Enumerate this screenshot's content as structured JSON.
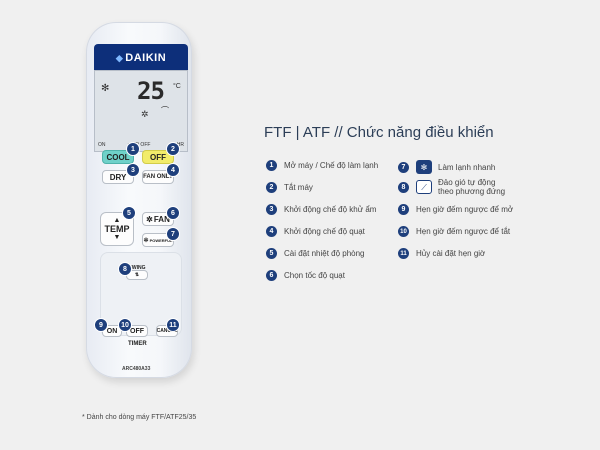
{
  "remote": {
    "brand": "DAIKIN",
    "lcd": {
      "temp": "25",
      "unit": "°C",
      "bottom_labels": [
        "ON",
        "⇌HR OFF",
        "⇌HR"
      ]
    },
    "buttons": {
      "cool": "COOL",
      "off": "OFF",
      "dry": "DRY",
      "fan_only": "FAN ONLY",
      "temp": "TEMP",
      "fan": "FAN",
      "powerful": "POWERFUL",
      "swing": "SWING",
      "on": "ON",
      "timer_off": "OFF",
      "timer": "TIMER",
      "cancel": "CANCEL"
    },
    "model": "ARC480A33",
    "colors": {
      "cool": "#6fd1c9",
      "off": "#f2ec6a",
      "logo": "#0d2f7a",
      "badge": "#1e3f7c"
    }
  },
  "footnote": "* Dành cho dòng máy  FTF/ATF25/35",
  "title": "FTF | ATF  //  Chức năng điều khiển",
  "legend_left": [
    {
      "n": "1",
      "text": "Mở máy / Chế độ làm lạnh"
    },
    {
      "n": "2",
      "text": "Tắt máy"
    },
    {
      "n": "3",
      "text": "Khởi động chế độ khử ẩm"
    },
    {
      "n": "4",
      "text": "Khởi động chế độ quạt"
    },
    {
      "n": "5",
      "text": "Cài đặt nhiệt độ phòng"
    },
    {
      "n": "6",
      "text": "Chọn tốc độ quạt"
    }
  ],
  "legend_right": [
    {
      "n": "7",
      "text": "Làm lạnh nhanh",
      "icon": "fast-cool-icon"
    },
    {
      "n": "8",
      "text": "Đảo gió tự động",
      "text2": "theo phương đứng",
      "icon": "swing-icon"
    },
    {
      "n": "9",
      "text": "Hẹn giờ đếm ngược để mở"
    },
    {
      "n": "10",
      "text": "Hẹn giờ đếm ngược để tắt"
    },
    {
      "n": "11",
      "text": "Hủy cài đặt hẹn giờ"
    }
  ]
}
